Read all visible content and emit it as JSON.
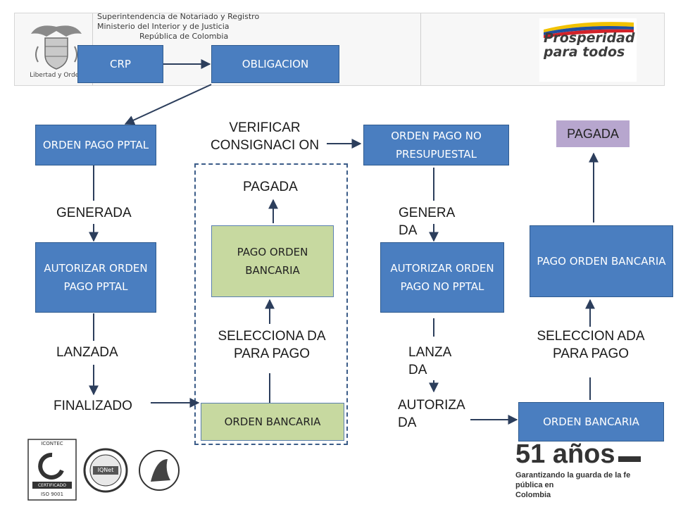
{
  "header": {
    "line1": "Superintendencia de Notariado y Registro",
    "line2": "Ministerio del Interior y de Justicia",
    "line3": "República de Colombia",
    "seal_caption": "Libertad y Orden",
    "right_logo_line1": "Prosperidad",
    "right_logo_line2": "para todos"
  },
  "boxes": {
    "crp": "CRP",
    "obligacion": "OBLIGACION",
    "orden_pago_pptal": "ORDEN PAGO PPTAL",
    "autorizar_orden_pago_pptal": "AUTORIZAR ORDEN PAGO PPTAL",
    "pago_orden_bancaria_1": "PAGO ORDEN BANCARIA",
    "orden_bancaria_1": "ORDEN BANCARIA",
    "orden_pago_no_presupuestal": "ORDEN PAGO NO PRESUPUESTAL",
    "autorizar_orden_pago_no_pptal": "AUTORIZAR ORDEN PAGO NO PPTAL",
    "pago_orden_bancaria_2": "PAGO ORDEN BANCARIA",
    "orden_bancaria_2": "ORDEN BANCARIA",
    "pagada_final": "PAGADA"
  },
  "labels": {
    "generada": "GENERADA",
    "lanzada": "LANZADA",
    "finalizado": "FINALIZADO",
    "verificar_consignacion": "VERIFICAR CONSIGNACI ON",
    "pagada_1": "PAGADA",
    "seleccionada_1": "SELECCIONA DA PARA PAGO",
    "generada_2": "GENERA DA",
    "lanzada_2": "LANZA DA",
    "autorizada": "AUTORIZA DA",
    "seleccionada_2": "SELECCION ADA PARA PAGO"
  },
  "footer": {
    "cert_text_1": "ICONTEC",
    "cert_text_2": "CERTIFICADO",
    "cert_text_3": "ISO 9001",
    "cert_text_4": "IQNet",
    "anos_big": "51 años",
    "anos_line1": "Garantizando la guarda de la fe pública en",
    "anos_line2": "Colombia"
  },
  "colors": {
    "box_blue": "#4a7ec0",
    "box_green": "#c7d9a0",
    "box_lavender": "#b7a6ce",
    "arrow": "#2c3e5c"
  }
}
